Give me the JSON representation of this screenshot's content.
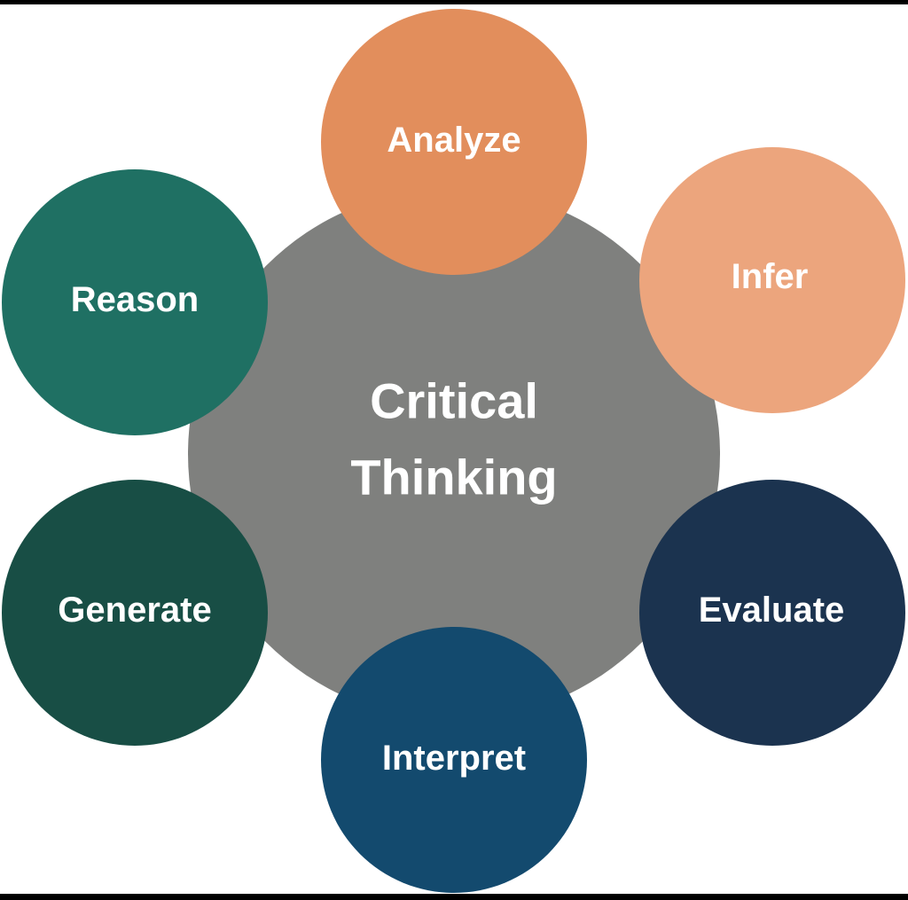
{
  "center": {
    "label_line1": "Critical",
    "label_line2": "Thinking",
    "color": "#7F807E"
  },
  "nodes": [
    {
      "id": "analyze",
      "label": "Analyze",
      "color": "#E28E5C"
    },
    {
      "id": "infer",
      "label": "Infer",
      "color": "#ECA57D"
    },
    {
      "id": "evaluate",
      "label": "Evaluate",
      "color": "#1B334F"
    },
    {
      "id": "interpret",
      "label": "Interpret",
      "color": "#134A6E"
    },
    {
      "id": "generate",
      "label": "Generate",
      "color": "#184E45"
    },
    {
      "id": "reason",
      "label": "Reason",
      "color": "#1F7063"
    }
  ]
}
